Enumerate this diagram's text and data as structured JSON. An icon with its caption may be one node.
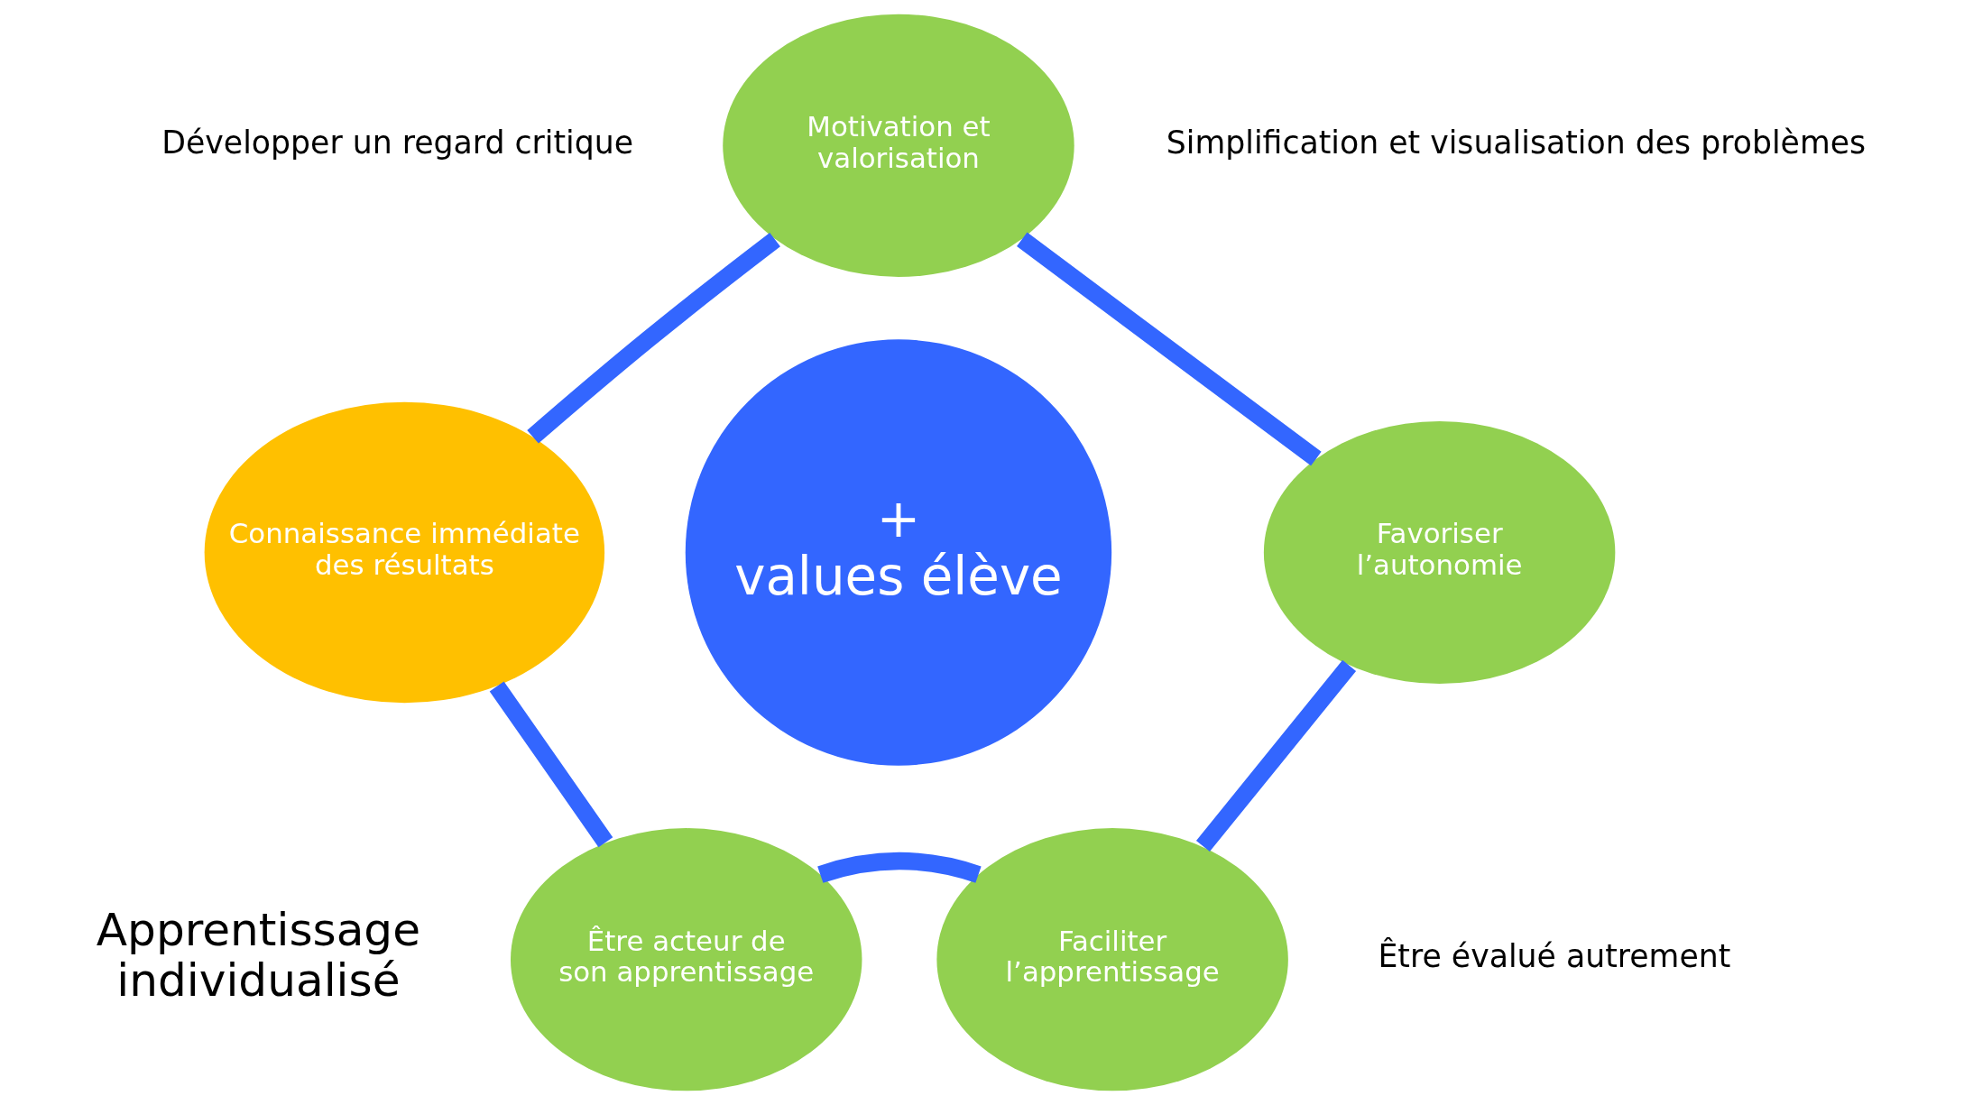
{
  "diagram": {
    "nodes": [
      {
        "text": [
          "+ values élève"
        ]
      },
      {
        "text": [
          "Motivation et valorisation"
        ]
      },
      {
        "text": [
          "Favoriser l’autonomie"
        ]
      },
      {
        "text": [
          "Faciliter l’apprentissage"
        ]
      },
      {
        "text": [
          "Être acteur de son apprentissage"
        ]
      },
      {
        "text": [
          "Connaissance immédiate des résultats"
        ]
      }
    ],
    "edges": [
      {
        "from": 1,
        "to": 2,
        "arrow": "none"
      },
      {
        "from": 2,
        "to": 3,
        "arrow": "none"
      },
      {
        "from": 3,
        "to": 4,
        "arrow": "none"
      },
      {
        "from": 4,
        "to": 5,
        "arrow": "none"
      },
      {
        "from": 5,
        "to": 1,
        "arrow": "none"
      }
    ],
    "labels": [
      "Simplification et visualisation des problèmes",
      "Développer un regard critique",
      "Être évalué autrement",
      "Apprentissage individualisé"
    ]
  }
}
